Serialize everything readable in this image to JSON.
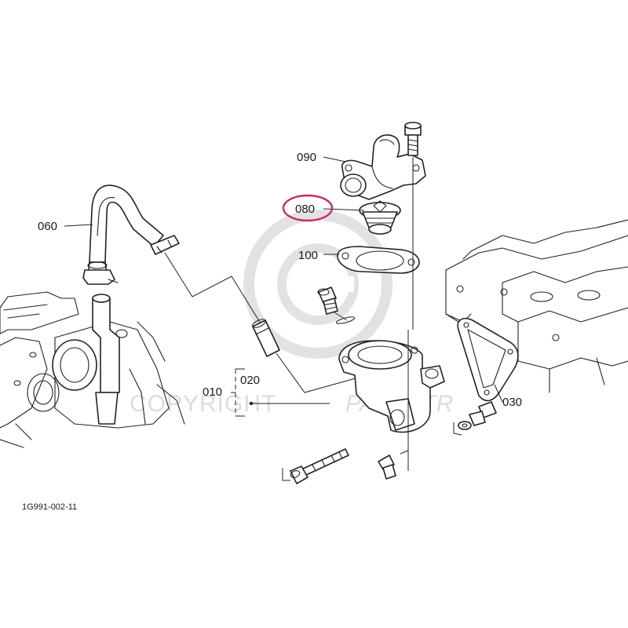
{
  "diagram": {
    "drawing_code": "1G991-002-11",
    "watermark": {
      "symbol": "©",
      "text_left": "COPYRIGHT",
      "text_right": "PARTSTR"
    },
    "highlight_color": "#c8286e",
    "highlighted_part": "080",
    "parts": [
      {
        "number": "010"
      },
      {
        "number": "020"
      },
      {
        "number": "030"
      },
      {
        "number": "060"
      },
      {
        "number": "080"
      },
      {
        "number": "090"
      },
      {
        "number": "100"
      }
    ]
  }
}
